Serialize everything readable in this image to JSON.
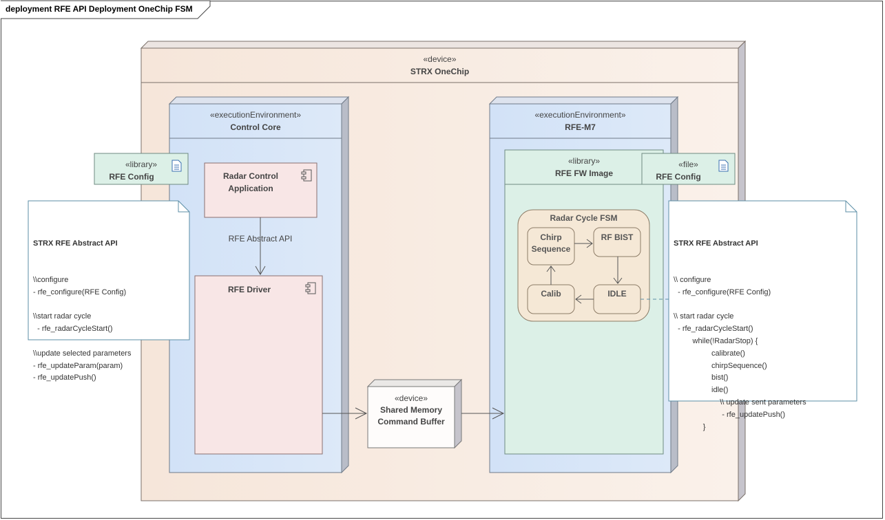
{
  "diagram": {
    "frame_title": "deployment RFE API Deployment OneChip FSM"
  },
  "device_onechip": {
    "stereotype": "«device»",
    "name": "STRX OneChip"
  },
  "control_core": {
    "stereotype": "«executionEnvironment»",
    "name": "Control Core"
  },
  "rfe_m7": {
    "stereotype": "«executionEnvironment»",
    "name": "RFE-M7"
  },
  "radar_control_app": {
    "name_line1": "Radar Control",
    "name_line2": "Application"
  },
  "rfe_driver": {
    "name": "RFE Driver"
  },
  "rfe_abstract_api_connector": {
    "label": "RFE Abstract API"
  },
  "rfe_config_library": {
    "stereotype": "«library»",
    "name": "RFE Config"
  },
  "rfe_config_file": {
    "stereotype": "«file»",
    "name": "RFE Config"
  },
  "rfe_fw_image": {
    "stereotype": "«library»",
    "name": "RFE FW Image"
  },
  "shared_memory": {
    "stereotype": "«device»",
    "name_line1": "Shared Memory",
    "name_line2": "Command Buffer"
  },
  "radar_cycle_fsm": {
    "title": "Radar Cycle FSM",
    "states": {
      "chirp_line1": "Chirp",
      "chirp_line2": "Sequence",
      "rf_bist": "RF BIST",
      "calib": "Calib",
      "idle": "IDLE"
    }
  },
  "note_left": {
    "title": "STRX RFE Abstract API",
    "lines": [
      "\\\\configure",
      "- rfe_configure(RFE Config)",
      "",
      "\\\\start radar cycle",
      "  - rfe_radarCycleStart()",
      "",
      "\\\\update selected parameters",
      "- rfe_updateParam(param)",
      "- rfe_updatePush()"
    ]
  },
  "note_right": {
    "title": "STRX RFE Abstract API",
    "lines": [
      "\\\\ configure",
      "  - rfe_configure(RFE Config)",
      "",
      "\\\\ start radar cycle",
      "  - rfe_radarCycleStart()",
      "         while(!RadarStop) {",
      "                  calibrate()",
      "                  chirpSequence()",
      "                  bist()",
      "                  idle()",
      "                      \\\\ update sent parameters",
      "                       - rfe_updatePush()",
      "              }"
    ]
  },
  "colors": {
    "device_fill": "#f8ebe2",
    "exec_env_fill": "#d7e5f8",
    "component_fill": "#f8e6e6",
    "library_fill": "#dcf0e7",
    "fsm_fill": "#f5e8d6",
    "note_border": "#5b8ea6",
    "side_shade": "#c9c9d0"
  }
}
